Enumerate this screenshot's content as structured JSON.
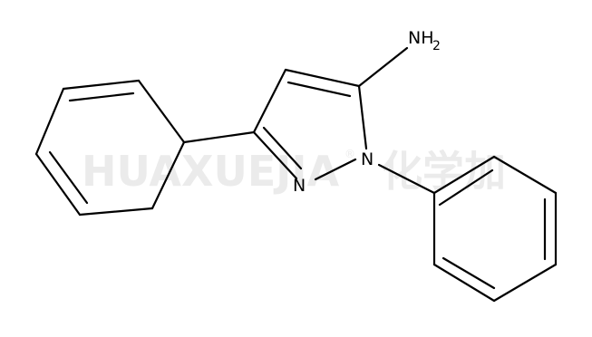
{
  "watermark": {
    "text": "HUAXUEJIA",
    "registered": "®",
    "cjk": "化学加",
    "color": "#ebebeb"
  },
  "molecule": {
    "atoms": {
      "n_pyrazole_1": "N",
      "n_pyrazole_2": "N",
      "amine_n": "NH",
      "amine_h_count": "2"
    },
    "bond_color": "#000000"
  }
}
